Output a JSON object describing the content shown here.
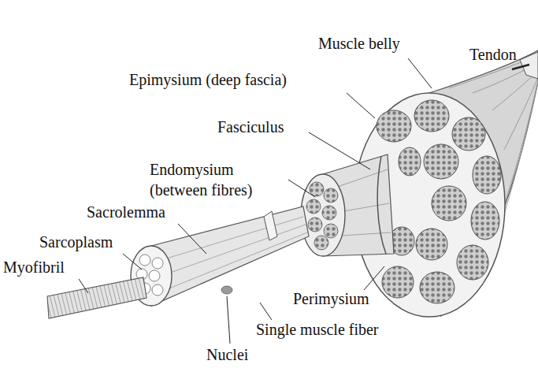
{
  "diagram": {
    "labels": [
      "Muscle belly",
      "Tendon",
      "Epimysium (deep fascia)",
      "Fasciculus",
      "Endomysium (between fibres)",
      "Sacrolemma",
      "Sarcoplasm",
      "Myofibril",
      "Perimysium",
      "Single muscle fiber",
      "Nuclei"
    ]
  }
}
